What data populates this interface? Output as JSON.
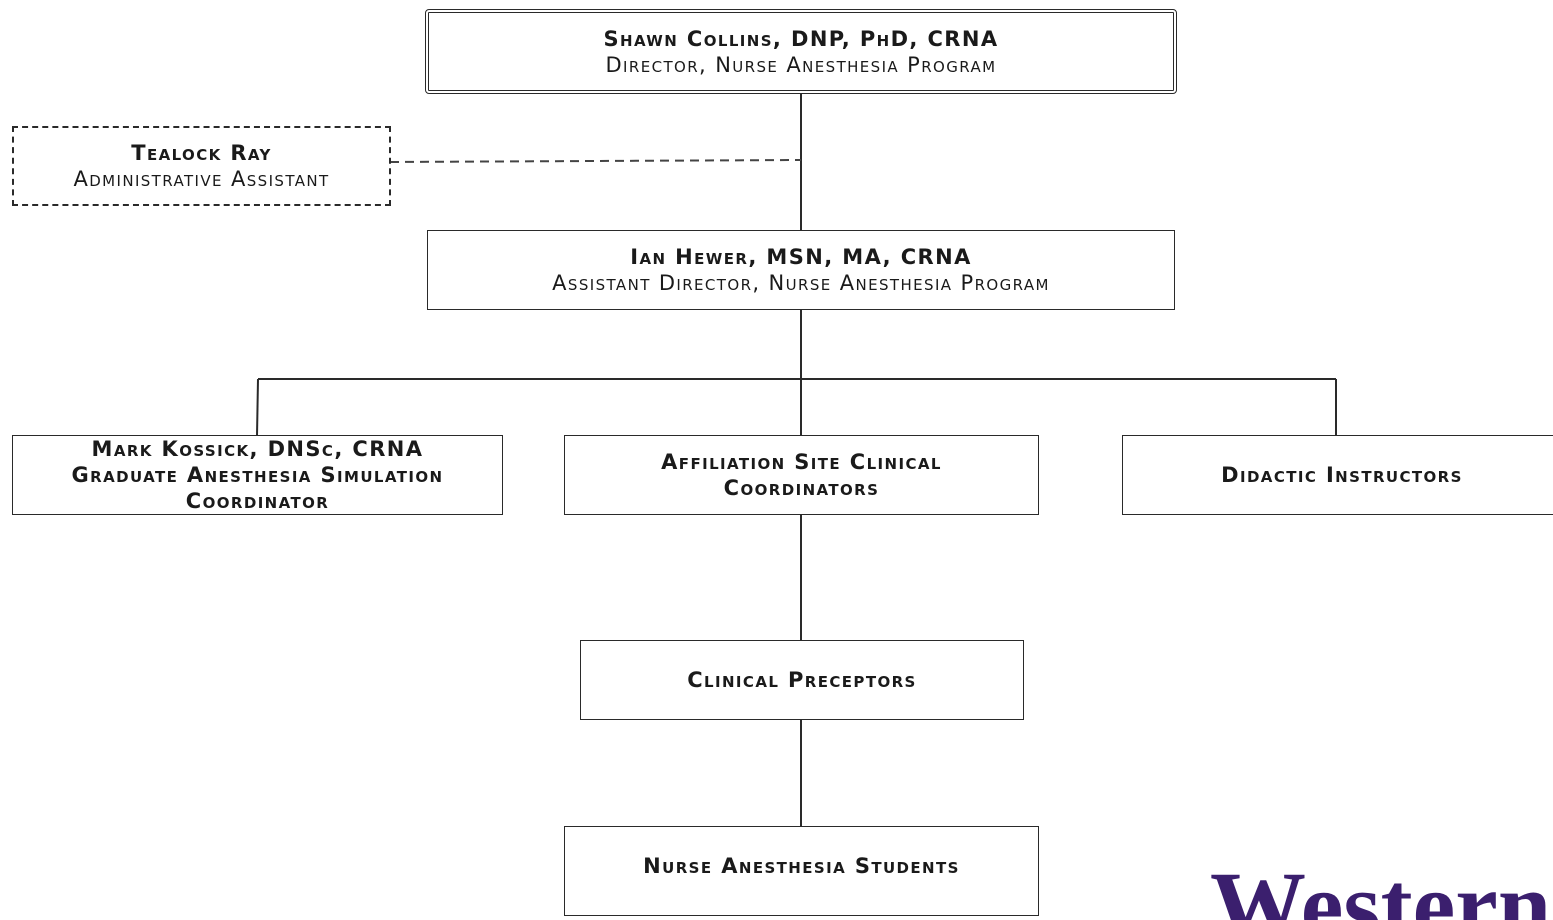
{
  "director": {
    "name": "Shawn Collins, DNP, PhD, CRNA",
    "title": "Director, Nurse Anesthesia Program"
  },
  "admin_assistant": {
    "name": "Tealock Ray",
    "title": "Administrative Assistant"
  },
  "assistant_director": {
    "name": "Ian Hewer, MSN, MA, CRNA",
    "title": "Assistant Director, Nurse Anesthesia Program"
  },
  "simulation_coordinator": {
    "name": "Mark Kossick, DNSc, CRNA",
    "title": "Graduate Anesthesia Simulation Coordinator"
  },
  "affiliation_coordinators": {
    "label": "Affiliation Site Clinical Coordinators"
  },
  "didactic_instructors": {
    "label": "Didactic Instructors"
  },
  "clinical_preceptors": {
    "label": "Clinical Preceptors"
  },
  "students": {
    "label": "Nurse Anesthesia Students"
  },
  "logo": {
    "text": "Western",
    "color": "#3b1f6e"
  }
}
